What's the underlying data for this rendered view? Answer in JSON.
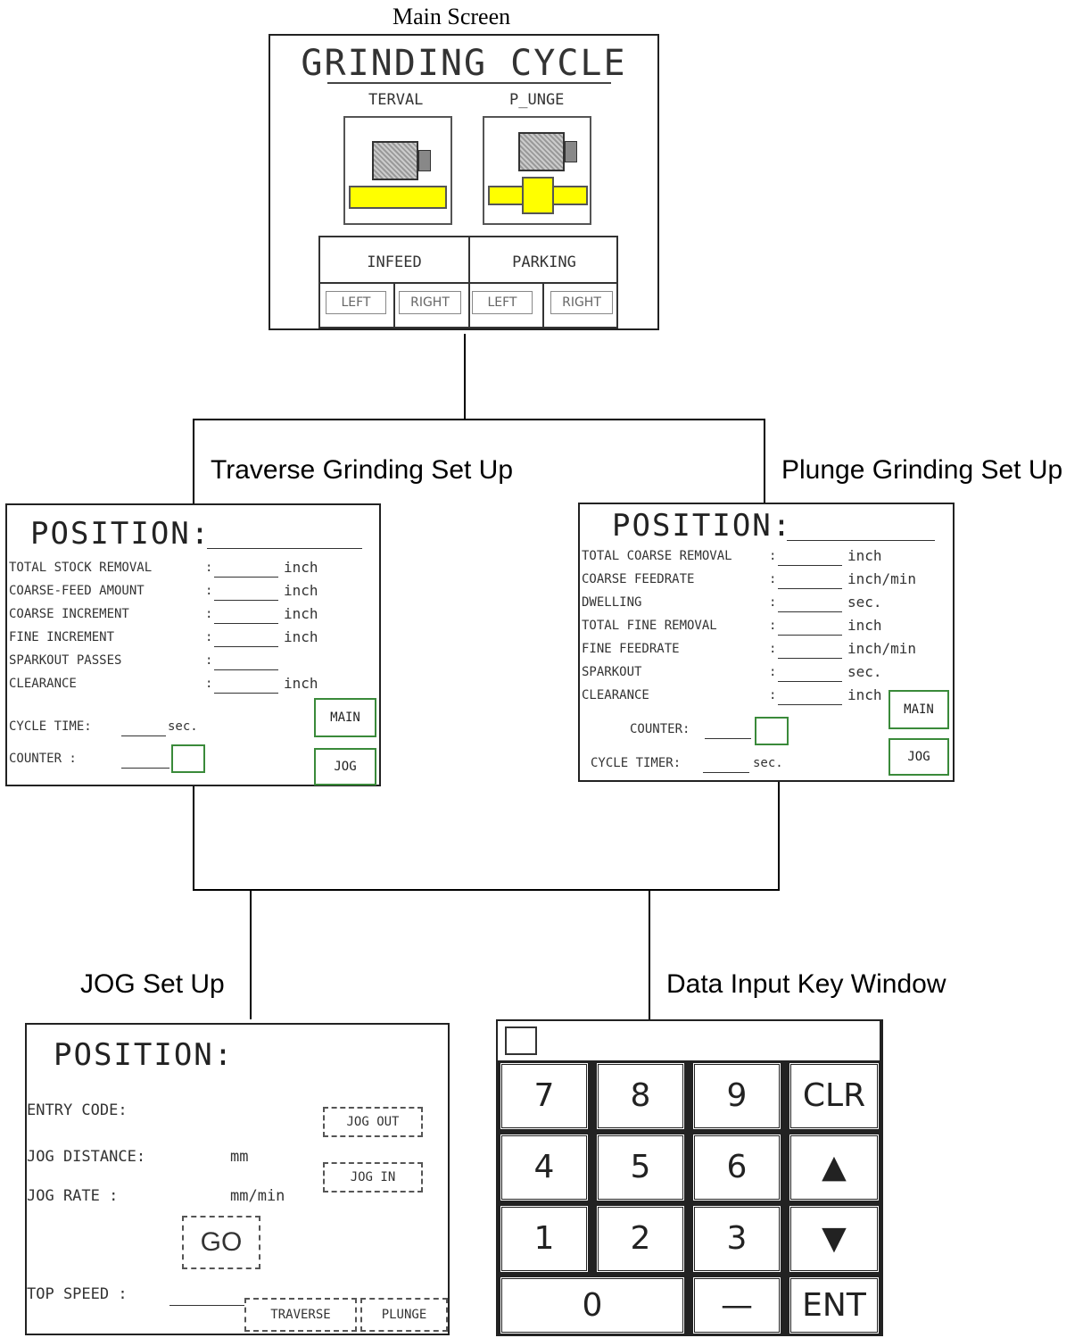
{
  "captions": {
    "main": "Main Screen",
    "traverse": "Traverse Grinding Set Up",
    "plunge": "Plunge Grinding Set Up",
    "jog": "JOG Set Up",
    "keypad": "Data Input Key Window"
  },
  "main_screen": {
    "title": "GRINDING CYCLE",
    "traverse_label": "TERVAL",
    "plunge_label": "P_UNGE",
    "infeed_label": "INFEED",
    "parking_label": "PARKING",
    "left_1": "LEFT",
    "right_1": "RIGHT",
    "left_2": "LEFT",
    "right_2": "RIGHT",
    "colors": {
      "workpiece": "#ffff00"
    }
  },
  "traverse_setup": {
    "title": "POSITION:",
    "rows": [
      {
        "label": "TOTAL STOCK REMOVAL",
        "sep": ":",
        "unit": "inch"
      },
      {
        "label": "COARSE-FEED AMOUNT",
        "sep": ":",
        "unit": "inch"
      },
      {
        "label": "COARSE  INCREMENT",
        "sep": ":",
        "unit": "inch"
      },
      {
        "label": "FINE    INCREMENT",
        "sep": ":",
        "unit": "inch"
      },
      {
        "label": "SPARKOUT   PASSES",
        "sep": ":",
        "unit": ""
      },
      {
        "label": "CLEARANCE",
        "sep": ":",
        "unit": "inch"
      }
    ],
    "cycle_time_label": "CYCLE  TIME:",
    "cycle_time_unit": "sec.",
    "counter_label": "COUNTER    :",
    "main_button": "MAIN",
    "jog_button": "JOG"
  },
  "plunge_setup": {
    "title": "POSITION:",
    "rows": [
      {
        "label": "TOTAL COARSE REMOVAL",
        "sep": ":",
        "unit": "inch"
      },
      {
        "label": "COARSE FEEDRATE",
        "sep": ":",
        "unit": "inch/min"
      },
      {
        "label": "DWELLING",
        "sep": ":",
        "unit": "sec."
      },
      {
        "label": "TOTAL FINE REMOVAL",
        "sep": ":",
        "unit": "inch"
      },
      {
        "label": "FINE FEEDRATE",
        "sep": ":",
        "unit": "inch/min"
      },
      {
        "label": "SPARKOUT",
        "sep": ":",
        "unit": "sec."
      },
      {
        "label": "CLEARANCE",
        "sep": ":",
        "unit": "inch"
      }
    ],
    "counter_label": "COUNTER:",
    "cycle_timer_label": "CYCLE TIMER:",
    "cycle_timer_unit": "sec.",
    "main_button": "MAIN",
    "jog_button": "JOG"
  },
  "jog_setup": {
    "title": "POSITION:",
    "entry_code_label": "ENTRY  CODE:",
    "jog_distance_label": "JOG DISTANCE:",
    "jog_distance_unit": "mm",
    "jog_rate_label": "JOG   RATE  :",
    "jog_rate_unit": "mm/min",
    "top_speed_label": "TOP   SPEED :",
    "jog_out_button": "JOG OUT",
    "jog_in_button": "JOG IN",
    "go_button": "GO",
    "traverse_button": "TRAVERSE",
    "plunge_button": "PLUNGE"
  },
  "keypad": {
    "keys": {
      "k7": "7",
      "k8": "8",
      "k9": "9",
      "clr": "CLR",
      "k4": "4",
      "k5": "5",
      "k6": "6",
      "up": "▲",
      "k1": "1",
      "k2": "2",
      "k3": "3",
      "down": "▼",
      "k0": "0",
      "minus": "—",
      "ent": "ENT"
    }
  }
}
